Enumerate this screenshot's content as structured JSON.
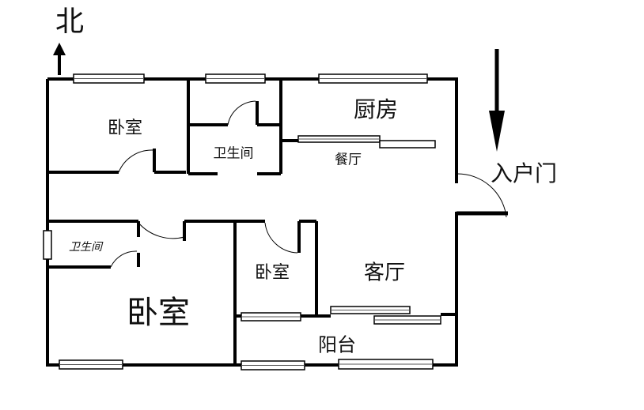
{
  "compass": {
    "north_label": "北"
  },
  "entrance": {
    "label": "入户门"
  },
  "rooms": {
    "bedroom_nw": "卧室",
    "bathroom_n": "卫生间",
    "kitchen": "厨房",
    "dining": "餐厅",
    "bathroom_w": "卫生间",
    "bedroom_master": "卧室",
    "bedroom_small": "卧室",
    "living": "客厅",
    "balcony": "阳台"
  },
  "colors": {
    "wall": "#000000",
    "window_fill": "#ffffff",
    "window_line": "#555555"
  }
}
